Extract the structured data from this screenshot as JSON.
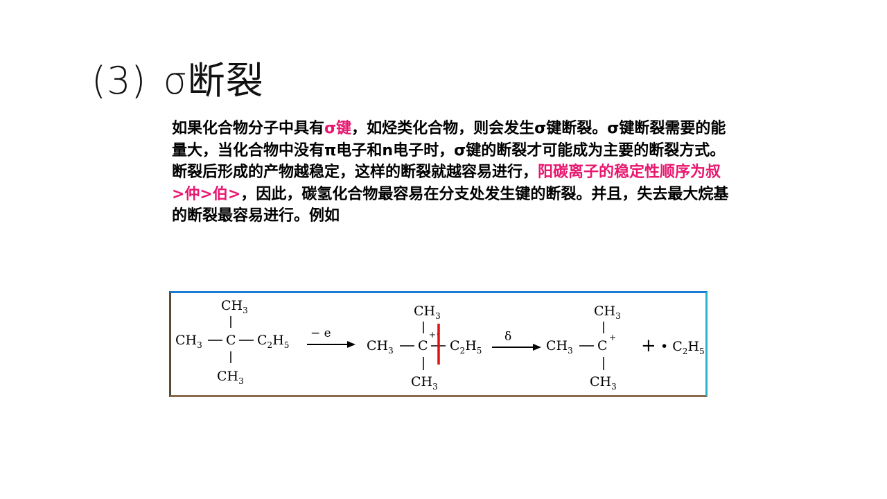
{
  "slide": {
    "title_number": "(3)",
    "title_text": "σ断裂",
    "paragraph": [
      {
        "text": "如果化合物分子中具有",
        "highlight": false
      },
      {
        "text": "σ键",
        "highlight": true
      },
      {
        "text": "，如烃类化合物，则会发生σ键断裂。σ键断裂需要的能量大，当化合物中没有π电子和n电子时，σ键的断裂才可能成为主要的断裂方式。断裂后形成的产物越稳定，这样的断裂就越容易进行，",
        "highlight": false
      },
      {
        "text": "阳碳离子的稳定性顺序为叔>仲>伯>",
        "highlight": true
      },
      {
        "text": "，因此，碳氢化合物最容易在分支处发生键的断裂。并且，失去最大烷基的断裂最容易进行。例如",
        "highlight": false
      }
    ],
    "highlight_color": "#e8166f"
  },
  "reaction": {
    "mol1": {
      "top": "CH",
      "top_sub": "3",
      "left": "CH",
      "left_sub": "3",
      "center": "C",
      "right": "C",
      "right_sub1": "2",
      "right_h": "H",
      "right_sub2": "5",
      "bottom": "CH",
      "bottom_sub": "3"
    },
    "arrow1_label": "− e",
    "mol2": {
      "top": "CH",
      "top_sub": "3",
      "left": "CH",
      "left_sub": "3",
      "center": "C",
      "charge": "+•",
      "right": "C",
      "right_sub1": "2",
      "right_h": "H",
      "right_sub2": "5",
      "bottom": "CH",
      "bottom_sub": "3"
    },
    "arrow2_label": "δ",
    "mol3": {
      "top": "CH",
      "top_sub": "3",
      "left": "CH",
      "left_sub": "3",
      "center": "C",
      "charge": "+",
      "bottom": "CH",
      "bottom_sub": "3"
    },
    "plus": "+",
    "radical": "• C",
    "radical_sub1": "2",
    "radical_h": "H",
    "radical_sub2": "5",
    "cleavage_color": "#e01010"
  }
}
